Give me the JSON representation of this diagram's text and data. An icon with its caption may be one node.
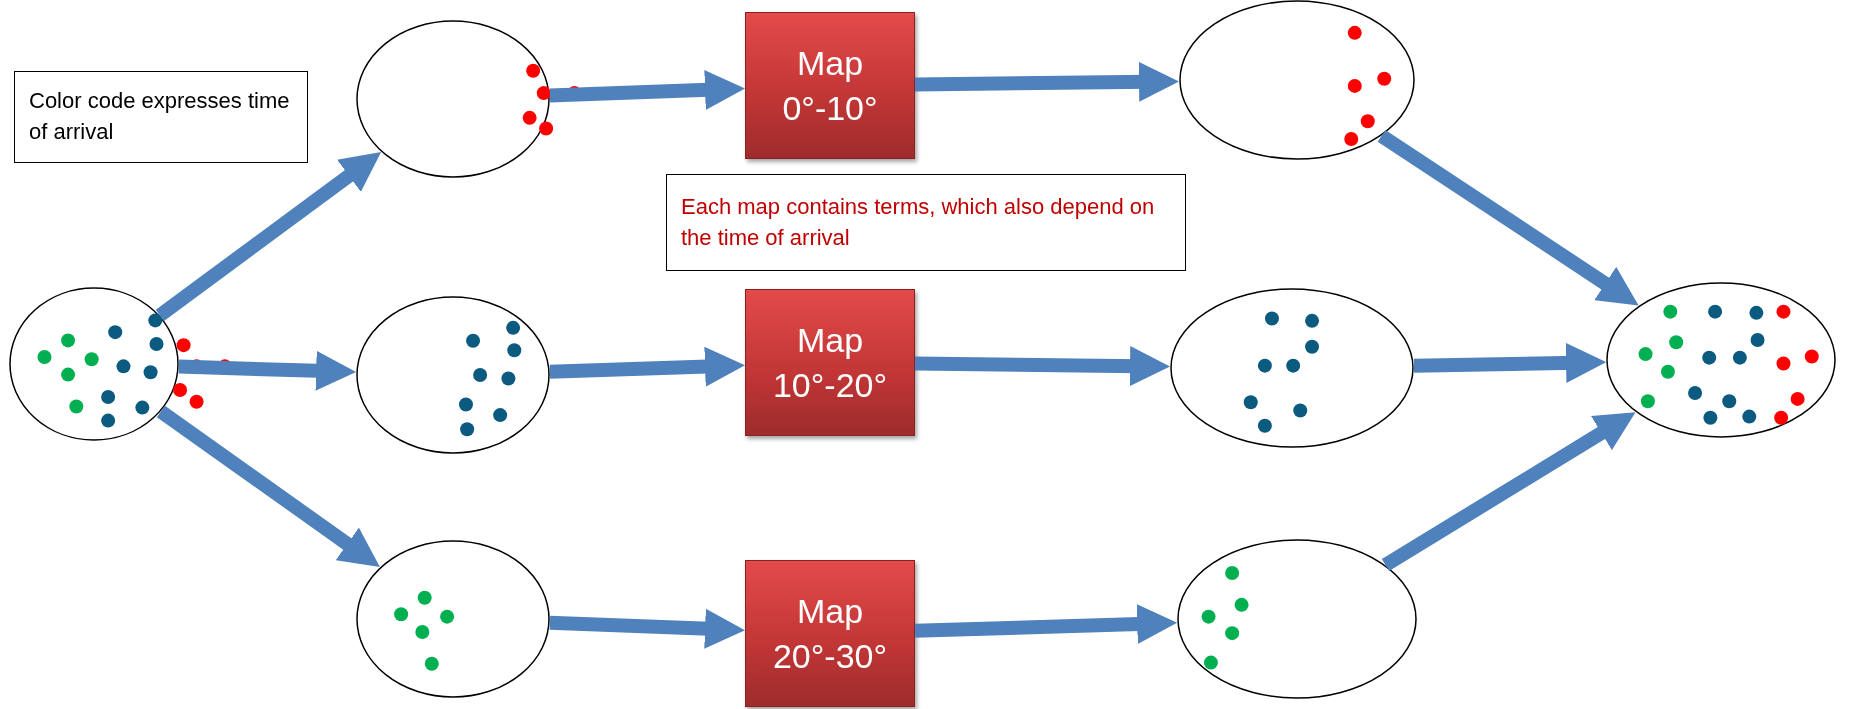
{
  "diagram": {
    "nodes": [
      {
        "text": [
          "Color code expresses time of arrival"
        ]
      },
      {
        "text": [],
        "shape": "ellipse"
      },
      {
        "text": [],
        "shape": "ellipse"
      },
      {
        "text": [],
        "shape": "ellipse"
      },
      {
        "text": [],
        "shape": "ellipse"
      },
      {
        "text": [
          "Map 0°-10°"
        ]
      },
      {
        "text": [
          "Map 10°-20°"
        ]
      },
      {
        "text": [
          "Map 20°-30°"
        ]
      },
      {
        "text": [],
        "shape": "ellipse"
      },
      {
        "text": [],
        "shape": "ellipse"
      },
      {
        "text": [],
        "shape": "ellipse"
      },
      {
        "text": [],
        "shape": "ellipse"
      },
      {
        "text": [
          "Each map contains terms, which also depend on the time of arrival"
        ]
      }
    ],
    "edges": [
      {
        "from": 1,
        "to": 2,
        "arrow": "to"
      },
      {
        "from": 1,
        "to": 3,
        "arrow": "to"
      },
      {
        "from": 1,
        "to": 4,
        "arrow": "to"
      },
      {
        "from": 2,
        "to": 5,
        "arrow": "to"
      },
      {
        "from": 3,
        "to": 6,
        "arrow": "to"
      },
      {
        "from": 4,
        "to": 7,
        "arrow": "to"
      },
      {
        "from": 5,
        "to": 8,
        "arrow": "to"
      },
      {
        "from": 6,
        "to": 9,
        "arrow": "to"
      },
      {
        "from": 7,
        "to": 10,
        "arrow": "to"
      },
      {
        "from": 8,
        "to": 11,
        "arrow": "to"
      },
      {
        "from": 9,
        "to": 11,
        "arrow": "to"
      },
      {
        "from": 10,
        "to": 11,
        "arrow": "to"
      }
    ]
  }
}
